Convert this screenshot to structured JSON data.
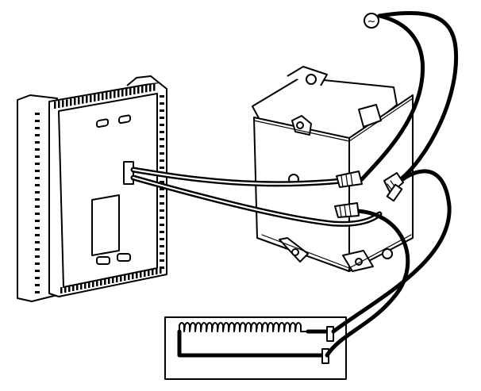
{
  "title": "",
  "diagram": {
    "components": [
      {
        "name": "thermostat",
        "kind": "wall thermostat with display window"
      },
      {
        "name": "junction-box",
        "kind": "electrical wall box"
      },
      {
        "name": "heater-element",
        "kind": "resistive heating coil"
      },
      {
        "name": "power-source",
        "kind": "AC supply",
        "symbol": "~"
      },
      {
        "name": "wire-connector",
        "kind": "twist-on wire nut"
      }
    ],
    "connections": [
      {
        "from": "power-source",
        "to": "junction-box"
      },
      {
        "from": "junction-box",
        "to": "thermostat"
      },
      {
        "from": "junction-box",
        "to": "heater-element"
      }
    ]
  },
  "icons": {
    "ac_symbol": "~"
  }
}
